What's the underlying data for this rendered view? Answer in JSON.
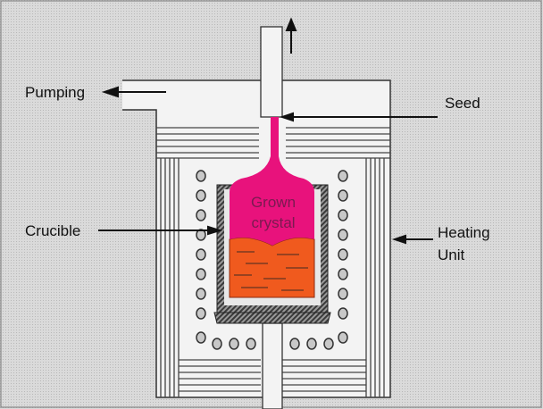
{
  "labels": {
    "pumping": "Pumping",
    "seed": "Seed",
    "crucible": "Crucible",
    "heating_line1": "Heating",
    "heating_line2": "Unit",
    "crystal_line1": "Grown",
    "crystal_line2": "crystal"
  },
  "colors": {
    "background": "#d6d6d6",
    "chamber": "#f4f4f4",
    "crystal": "#e8127c",
    "melt": "#f05a1e",
    "coil": "#c8c8c8",
    "crucible_wall": "#555555"
  }
}
